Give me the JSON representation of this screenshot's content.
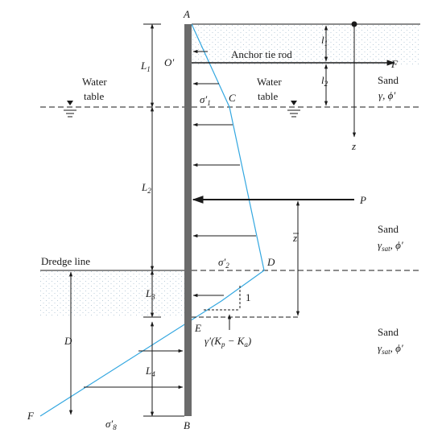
{
  "points": {
    "A": "A",
    "B": "B",
    "C": "C",
    "D": "D",
    "E": "E",
    "F_bottom": "F",
    "O_prime": "O′"
  },
  "anchor": {
    "label": "Anchor tie rod",
    "force": "F"
  },
  "water_left": {
    "line1": "Water",
    "line2": "table"
  },
  "water_right": {
    "line1": "Water",
    "line2": "table"
  },
  "dredge_line": "Dredge line",
  "soil_top": {
    "name": "Sand",
    "props": "γ, ϕ′"
  },
  "soil_mid": {
    "name": "Sand",
    "gamma": "γ",
    "gamma_sub": "sat",
    "phi": ", ϕ′"
  },
  "soil_bot": {
    "name": "Sand",
    "gamma": "γ",
    "gamma_sub": "sat",
    "phi": ", ϕ′"
  },
  "lengths": {
    "L1": {
      "base": "L",
      "sub": "1"
    },
    "L2": {
      "base": "L",
      "sub": "2"
    },
    "L3": {
      "base": "L",
      "sub": "3"
    },
    "L4": {
      "base": "L",
      "sub": "4"
    },
    "l1": {
      "base": "l",
      "sub": "1"
    },
    "l2": {
      "base": "l",
      "sub": "2"
    },
    "D": "D",
    "z": "z",
    "z_bar": "z"
  },
  "stresses": {
    "s1": {
      "base": "σ′",
      "sub": "1"
    },
    "s2": {
      "base": "σ′",
      "sub": "2"
    },
    "s8": {
      "base": "σ′",
      "sub": "8"
    }
  },
  "resultant": "P",
  "slope_one": "1",
  "slope_label": {
    "prefix": "γ′(K",
    "p": "p",
    "mid": " − K",
    "a": "a",
    "suffix": ")"
  },
  "colors": {
    "pressure_line": "#33a7e0",
    "sheet_pile": "#6b6b6b",
    "sand_dot": "#9bb4c4"
  }
}
